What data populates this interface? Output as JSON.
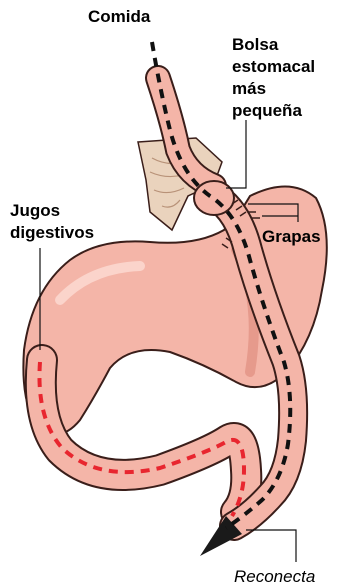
{
  "labels": {
    "food": "Comida",
    "pouch_line1": "Bolsa",
    "pouch_line2": "estomacal",
    "pouch_line3": "más",
    "pouch_line4": "pequeña",
    "juices_line1": "Jugos",
    "juices_line2": "digestivos",
    "staples": "Grapas",
    "reconnect": "Reconecta"
  },
  "colors": {
    "tissue": "#f4b5a8",
    "tissue_shadow": "#e08e80",
    "outline": "#3a1e1a",
    "food_path": "#111111",
    "juice_path": "#e8262f",
    "esophagus_tissue": "#e8cdb6"
  }
}
